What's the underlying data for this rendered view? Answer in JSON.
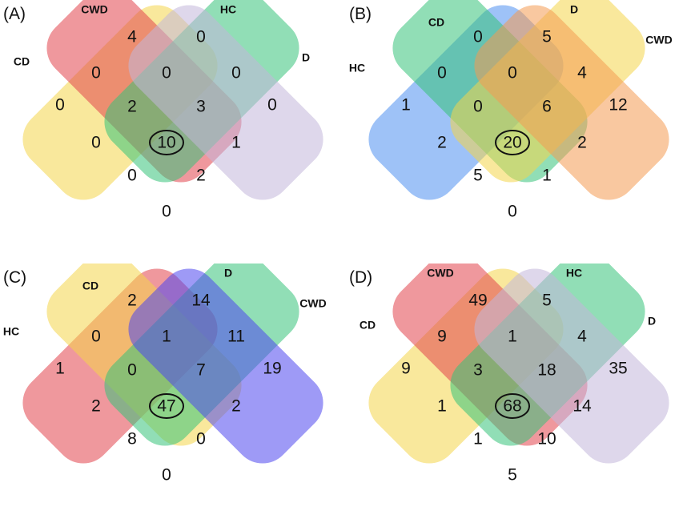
{
  "colors": {
    "yellow": "#f4d64a",
    "red": "#e1434c",
    "green": "#36c27a",
    "lavender": "#c2b6da",
    "blue": "#4e8ff0",
    "orange": "#f49b52",
    "violet": "#4f47ee"
  },
  "panels": [
    {
      "label": "(A)",
      "sets": [
        {
          "label": "CD",
          "color": "yellow"
        },
        {
          "label": "CWD",
          "color": "red"
        },
        {
          "label": "HC",
          "color": "green"
        },
        {
          "label": "D",
          "color": "lavender"
        }
      ],
      "regions": {
        "a": "0",
        "b": "4",
        "c": "0",
        "d": "0",
        "ab": "0",
        "bc": "0",
        "cd": "0",
        "abc": "2",
        "bcd": "3",
        "ac": "0",
        "abcd": "10",
        "bd": "1",
        "acd": "0",
        "abd": "2",
        "ad": "0"
      }
    },
    {
      "label": "(B)",
      "sets": [
        {
          "label": "HC",
          "color": "blue"
        },
        {
          "label": "CD",
          "color": "green"
        },
        {
          "label": "D",
          "color": "yellow"
        },
        {
          "label": "CWD",
          "color": "orange"
        }
      ],
      "regions": {
        "a": "1",
        "b": "0",
        "c": "5",
        "d": "12",
        "ab": "0",
        "bc": "0",
        "cd": "4",
        "abc": "0",
        "bcd": "6",
        "ac": "2",
        "abcd": "20",
        "bd": "2",
        "acd": "5",
        "abd": "1",
        "ad": "0"
      }
    },
    {
      "label": "(C)",
      "sets": [
        {
          "label": "HC",
          "color": "red"
        },
        {
          "label": "CD",
          "color": "yellow"
        },
        {
          "label": "D",
          "color": "green"
        },
        {
          "label": "CWD",
          "color": "violet"
        }
      ],
      "regions": {
        "a": "1",
        "b": "2",
        "c": "14",
        "d": "19",
        "ab": "0",
        "bc": "1",
        "cd": "11",
        "abc": "0",
        "bcd": "7",
        "ac": "2",
        "abcd": "47",
        "bd": "2",
        "acd": "8",
        "abd": "0",
        "ad": "0"
      }
    },
    {
      "label": "(D)",
      "sets": [
        {
          "label": "CD",
          "color": "yellow"
        },
        {
          "label": "CWD",
          "color": "red"
        },
        {
          "label": "HC",
          "color": "green"
        },
        {
          "label": "D",
          "color": "lavender"
        }
      ],
      "regions": {
        "a": "9",
        "b": "49",
        "c": "5",
        "d": "35",
        "ab": "9",
        "bc": "1",
        "cd": "4",
        "abc": "3",
        "bcd": "18",
        "ac": "1",
        "abcd": "68",
        "bd": "14",
        "acd": "1",
        "abd": "10",
        "ad": "5"
      }
    }
  ]
}
